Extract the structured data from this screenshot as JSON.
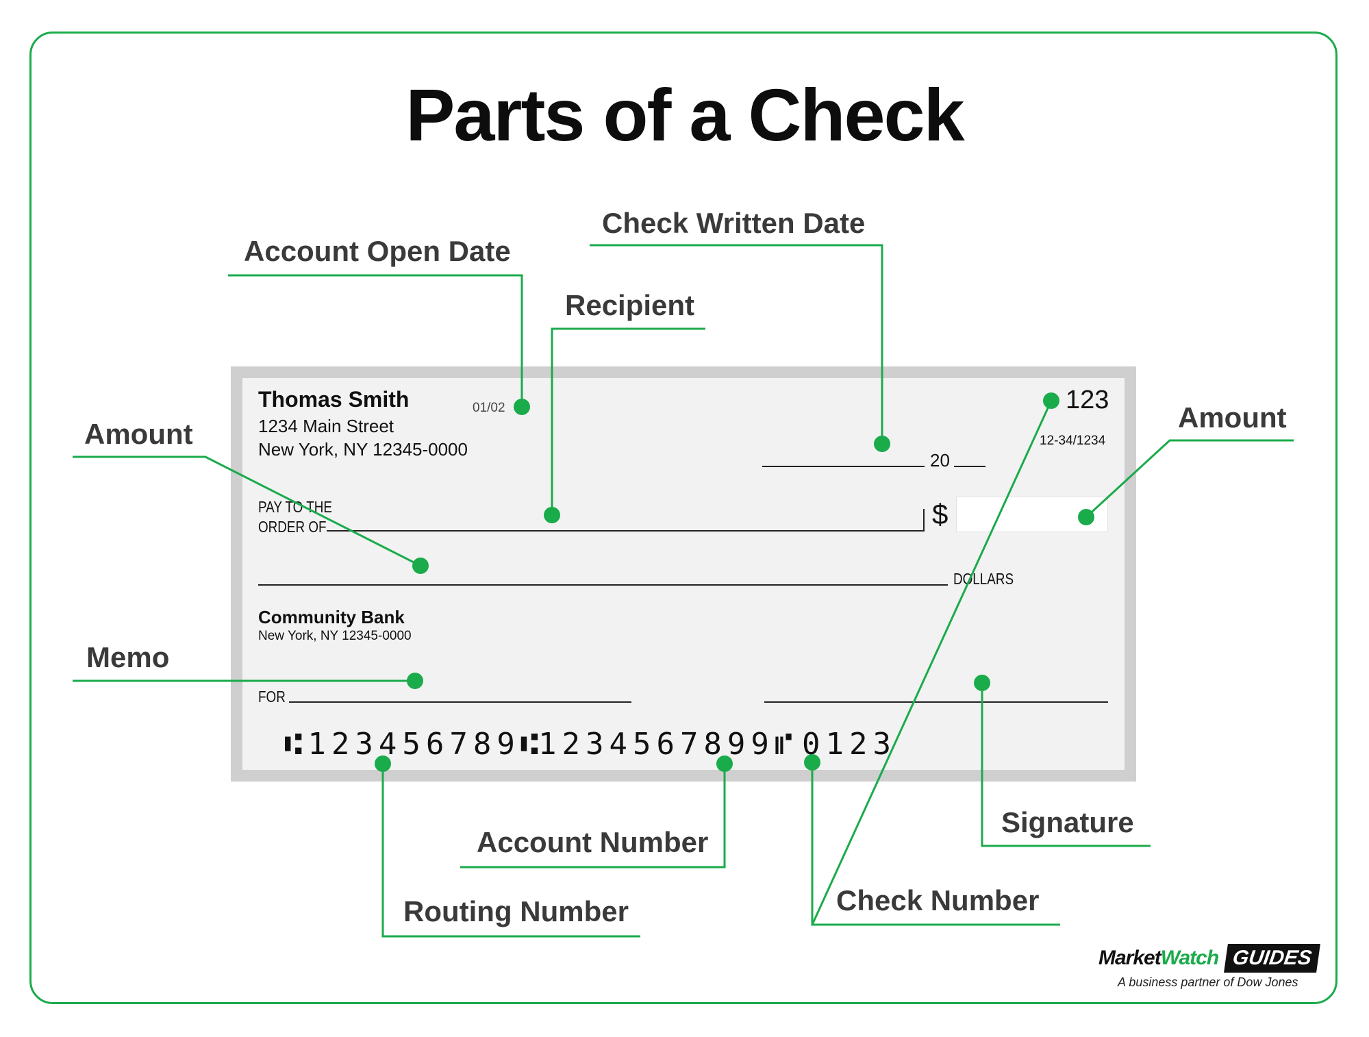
{
  "title": "Parts of a Check",
  "colors": {
    "accent": "#1aab4b",
    "check_border": "#cfcfcf",
    "check_fill": "#f2f2f2"
  },
  "check": {
    "owner_name": "Thomas Smith",
    "owner_street": "1234 Main Street",
    "owner_city": "New York, NY 12345-0000",
    "open_date": "01/02",
    "check_number_top": "123",
    "fraction_code": "12-34/1234",
    "date_year_prefix": "20",
    "pay_to_line1": "PAY TO THE",
    "pay_to_line2": "ORDER OF",
    "dollar_sign": "$",
    "dollars_label": "DOLLARS",
    "bank_name": "Community Bank",
    "bank_city": "New York, NY 12345-0000",
    "memo_label": "FOR",
    "micr_routing": "⑆123456789⑆",
    "micr_account": "1234567899⑈",
    "micr_check": "0123"
  },
  "labels": {
    "account_open_date": "Account Open Date",
    "check_written_date": "Check Written Date",
    "recipient": "Recipient",
    "amount_left": "Amount",
    "amount_right": "Amount",
    "memo": "Memo",
    "signature": "Signature",
    "account_number": "Account Number",
    "routing_number": "Routing Number",
    "check_number": "Check Number"
  },
  "brand": {
    "market": "Market",
    "watch": "Watch",
    "guides": "GUIDES",
    "tagline": "A business partner of Dow Jones"
  }
}
